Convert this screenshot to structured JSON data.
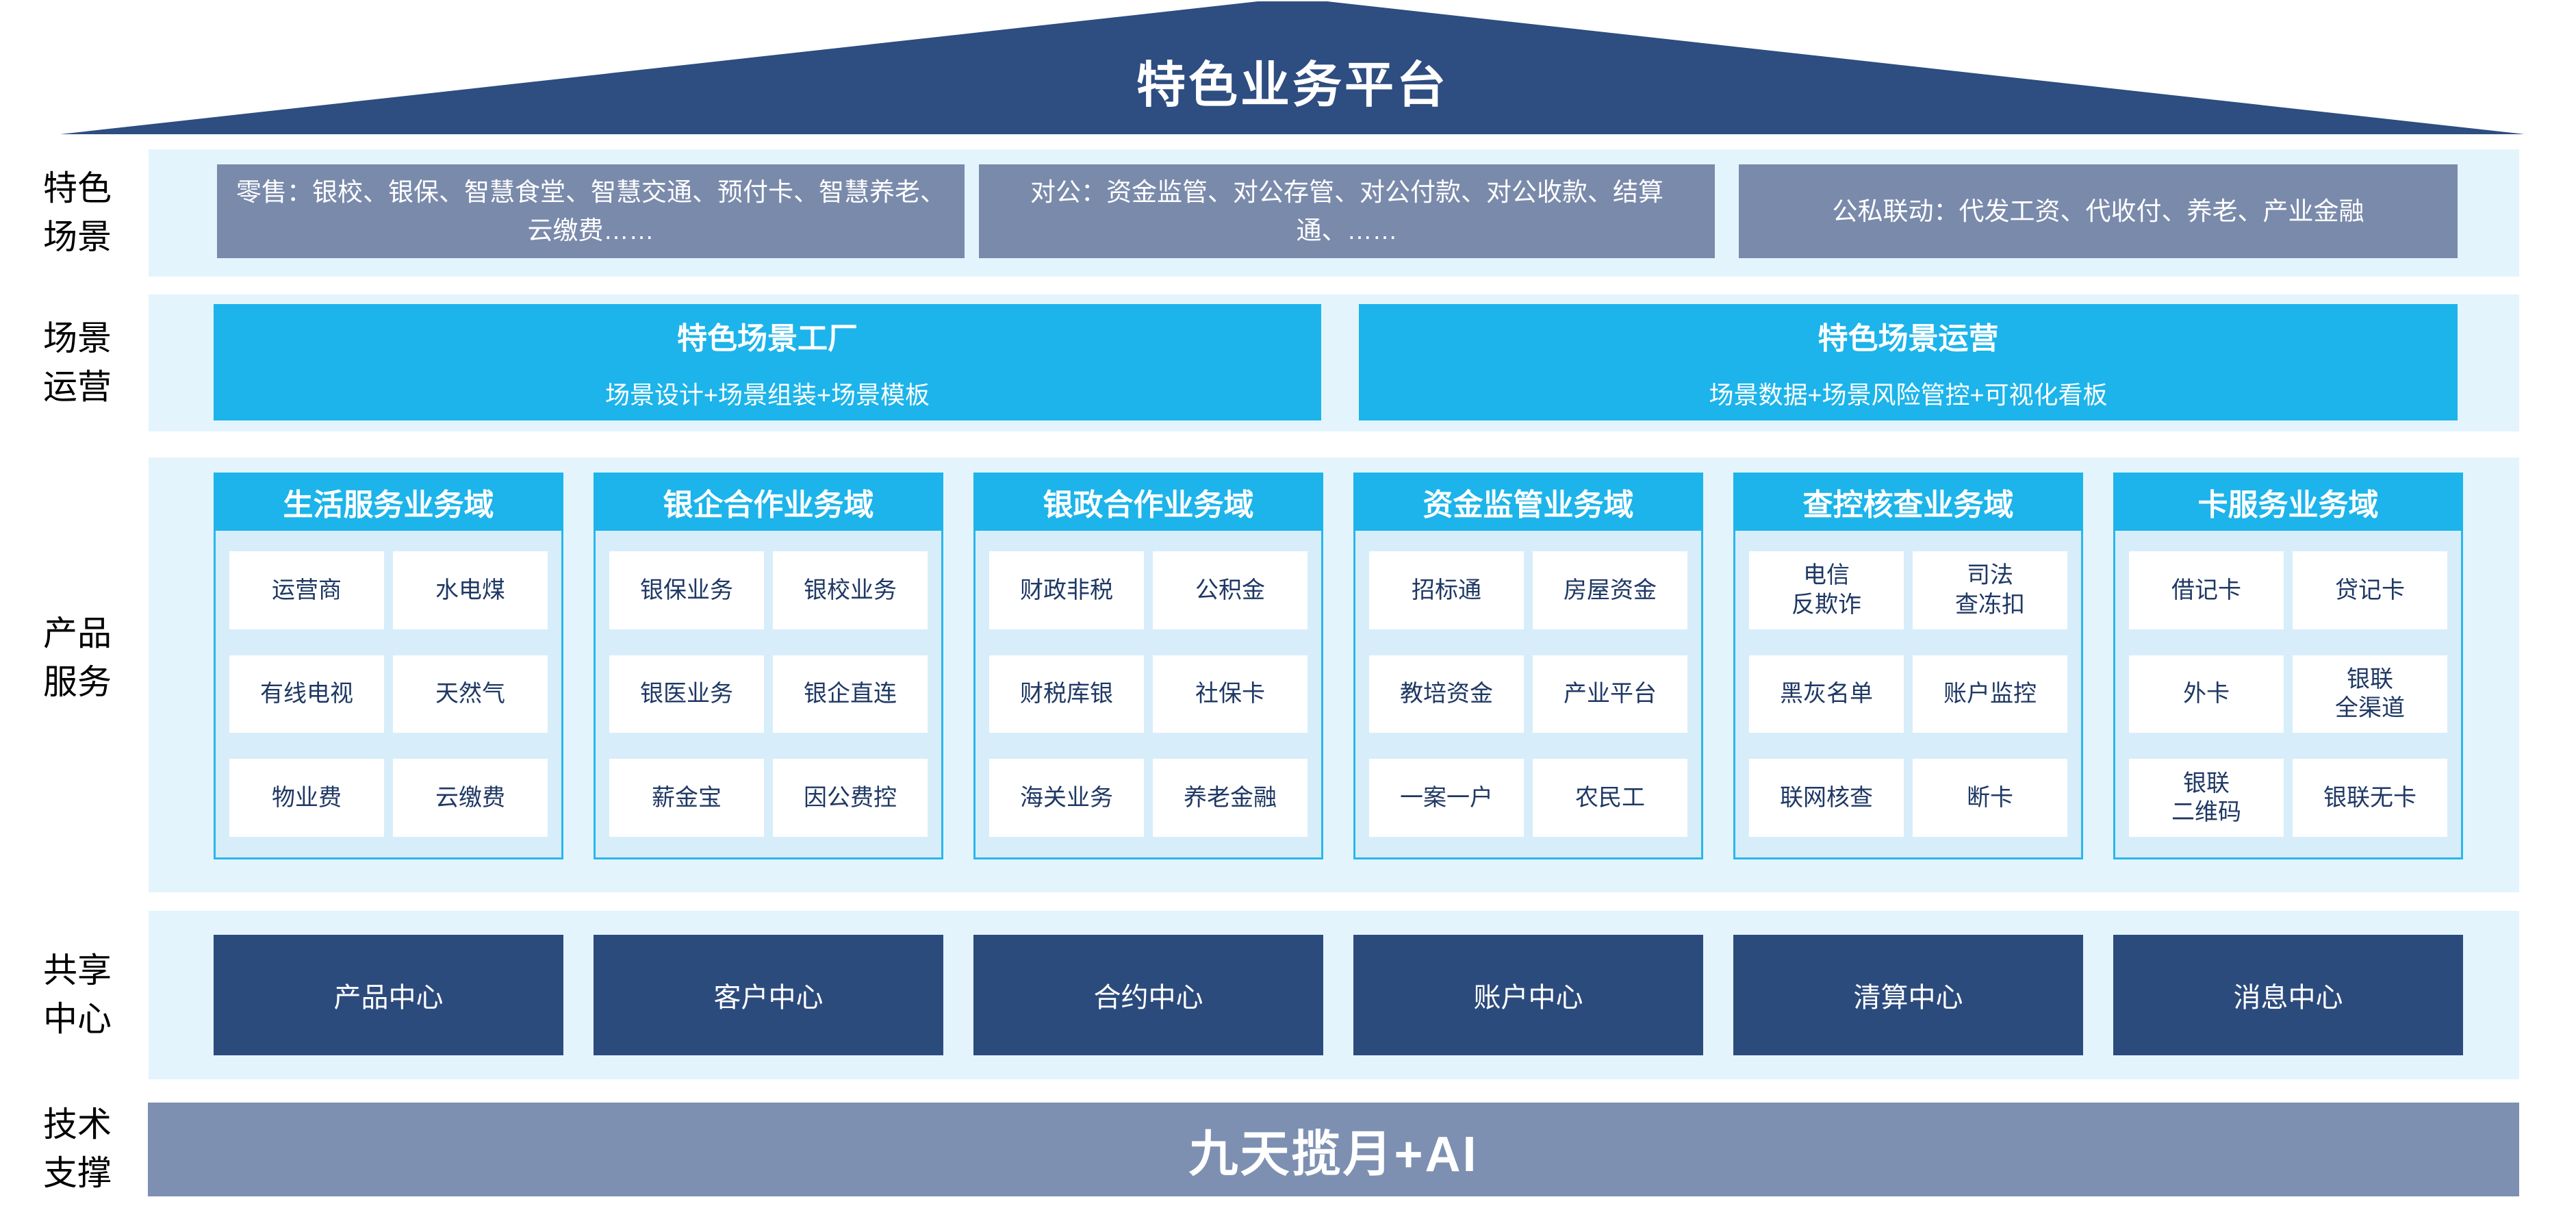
{
  "roof": {
    "title": "特色业务平台"
  },
  "side_labels": [
    {
      "id": "scenes",
      "text": "特色\n场景"
    },
    {
      "id": "scene-ops",
      "text": "场景\n运营"
    },
    {
      "id": "products",
      "text": "产品\n服务"
    },
    {
      "id": "shared",
      "text": "共享\n中心"
    },
    {
      "id": "tech",
      "text": "技术\n支撑"
    }
  ],
  "scene_row": {
    "boxes": [
      "零售：银校、银保、智慧食堂、智慧交通、预付卡、智慧养老、云缴费……",
      "对公：资金监管、对公存管、对公付款、对公收款、结算通、……",
      "公私联动：代发工资、代收付、养老、产业金融"
    ]
  },
  "scene_ops_row": {
    "boxes": [
      {
        "title": "特色场景工厂",
        "subtitle": "场景设计+场景组装+场景模板"
      },
      {
        "title": "特色场景运营",
        "subtitle": "场景数据+场景风险管控+可视化看板"
      }
    ]
  },
  "product_row": {
    "columns": [
      {
        "title": "生活服务业务域",
        "cells": [
          "运营商",
          "水电煤",
          "有线电视",
          "天然气",
          "物业费",
          "云缴费"
        ]
      },
      {
        "title": "银企合作业务域",
        "cells": [
          "银保业务",
          "银校业务",
          "银医业务",
          "银企直连",
          "薪金宝",
          "因公费控"
        ]
      },
      {
        "title": "银政合作业务域",
        "cells": [
          "财政非税",
          "公积金",
          "财税库银",
          "社保卡",
          "海关业务",
          "养老金融"
        ]
      },
      {
        "title": "资金监管业务域",
        "cells": [
          "招标通",
          "房屋资金",
          "教培资金",
          "产业平台",
          "一案一户",
          "农民工"
        ]
      },
      {
        "title": "查控核查业务域",
        "cells": [
          "电信\n反欺诈",
          "司法\n查冻扣",
          "黑灰名单",
          "账户监控",
          "联网核查",
          "断卡"
        ]
      },
      {
        "title": "卡服务业务域",
        "cells": [
          "借记卡",
          "贷记卡",
          "外卡",
          "银联\n全渠道",
          "银联\n二维码",
          "银联无卡"
        ]
      }
    ]
  },
  "shared_row": {
    "centers": [
      "产品中心",
      "客户中心",
      "合约中心",
      "账户中心",
      "清算中心",
      "消息中心"
    ]
  },
  "tech_row": {
    "text": "九天揽月+AI"
  },
  "colors": {
    "roof_navy": "#2E4D80",
    "center_navy": "#2C4B7D",
    "scenario_slate": "#7A8AAB",
    "tech_slate": "#7D90B2",
    "cyan": "#1CB4EA",
    "band_light_blue": "#E4F4FD",
    "column_body_blue": "#D8EDFA",
    "cell_text_navy": "#1F3864"
  }
}
